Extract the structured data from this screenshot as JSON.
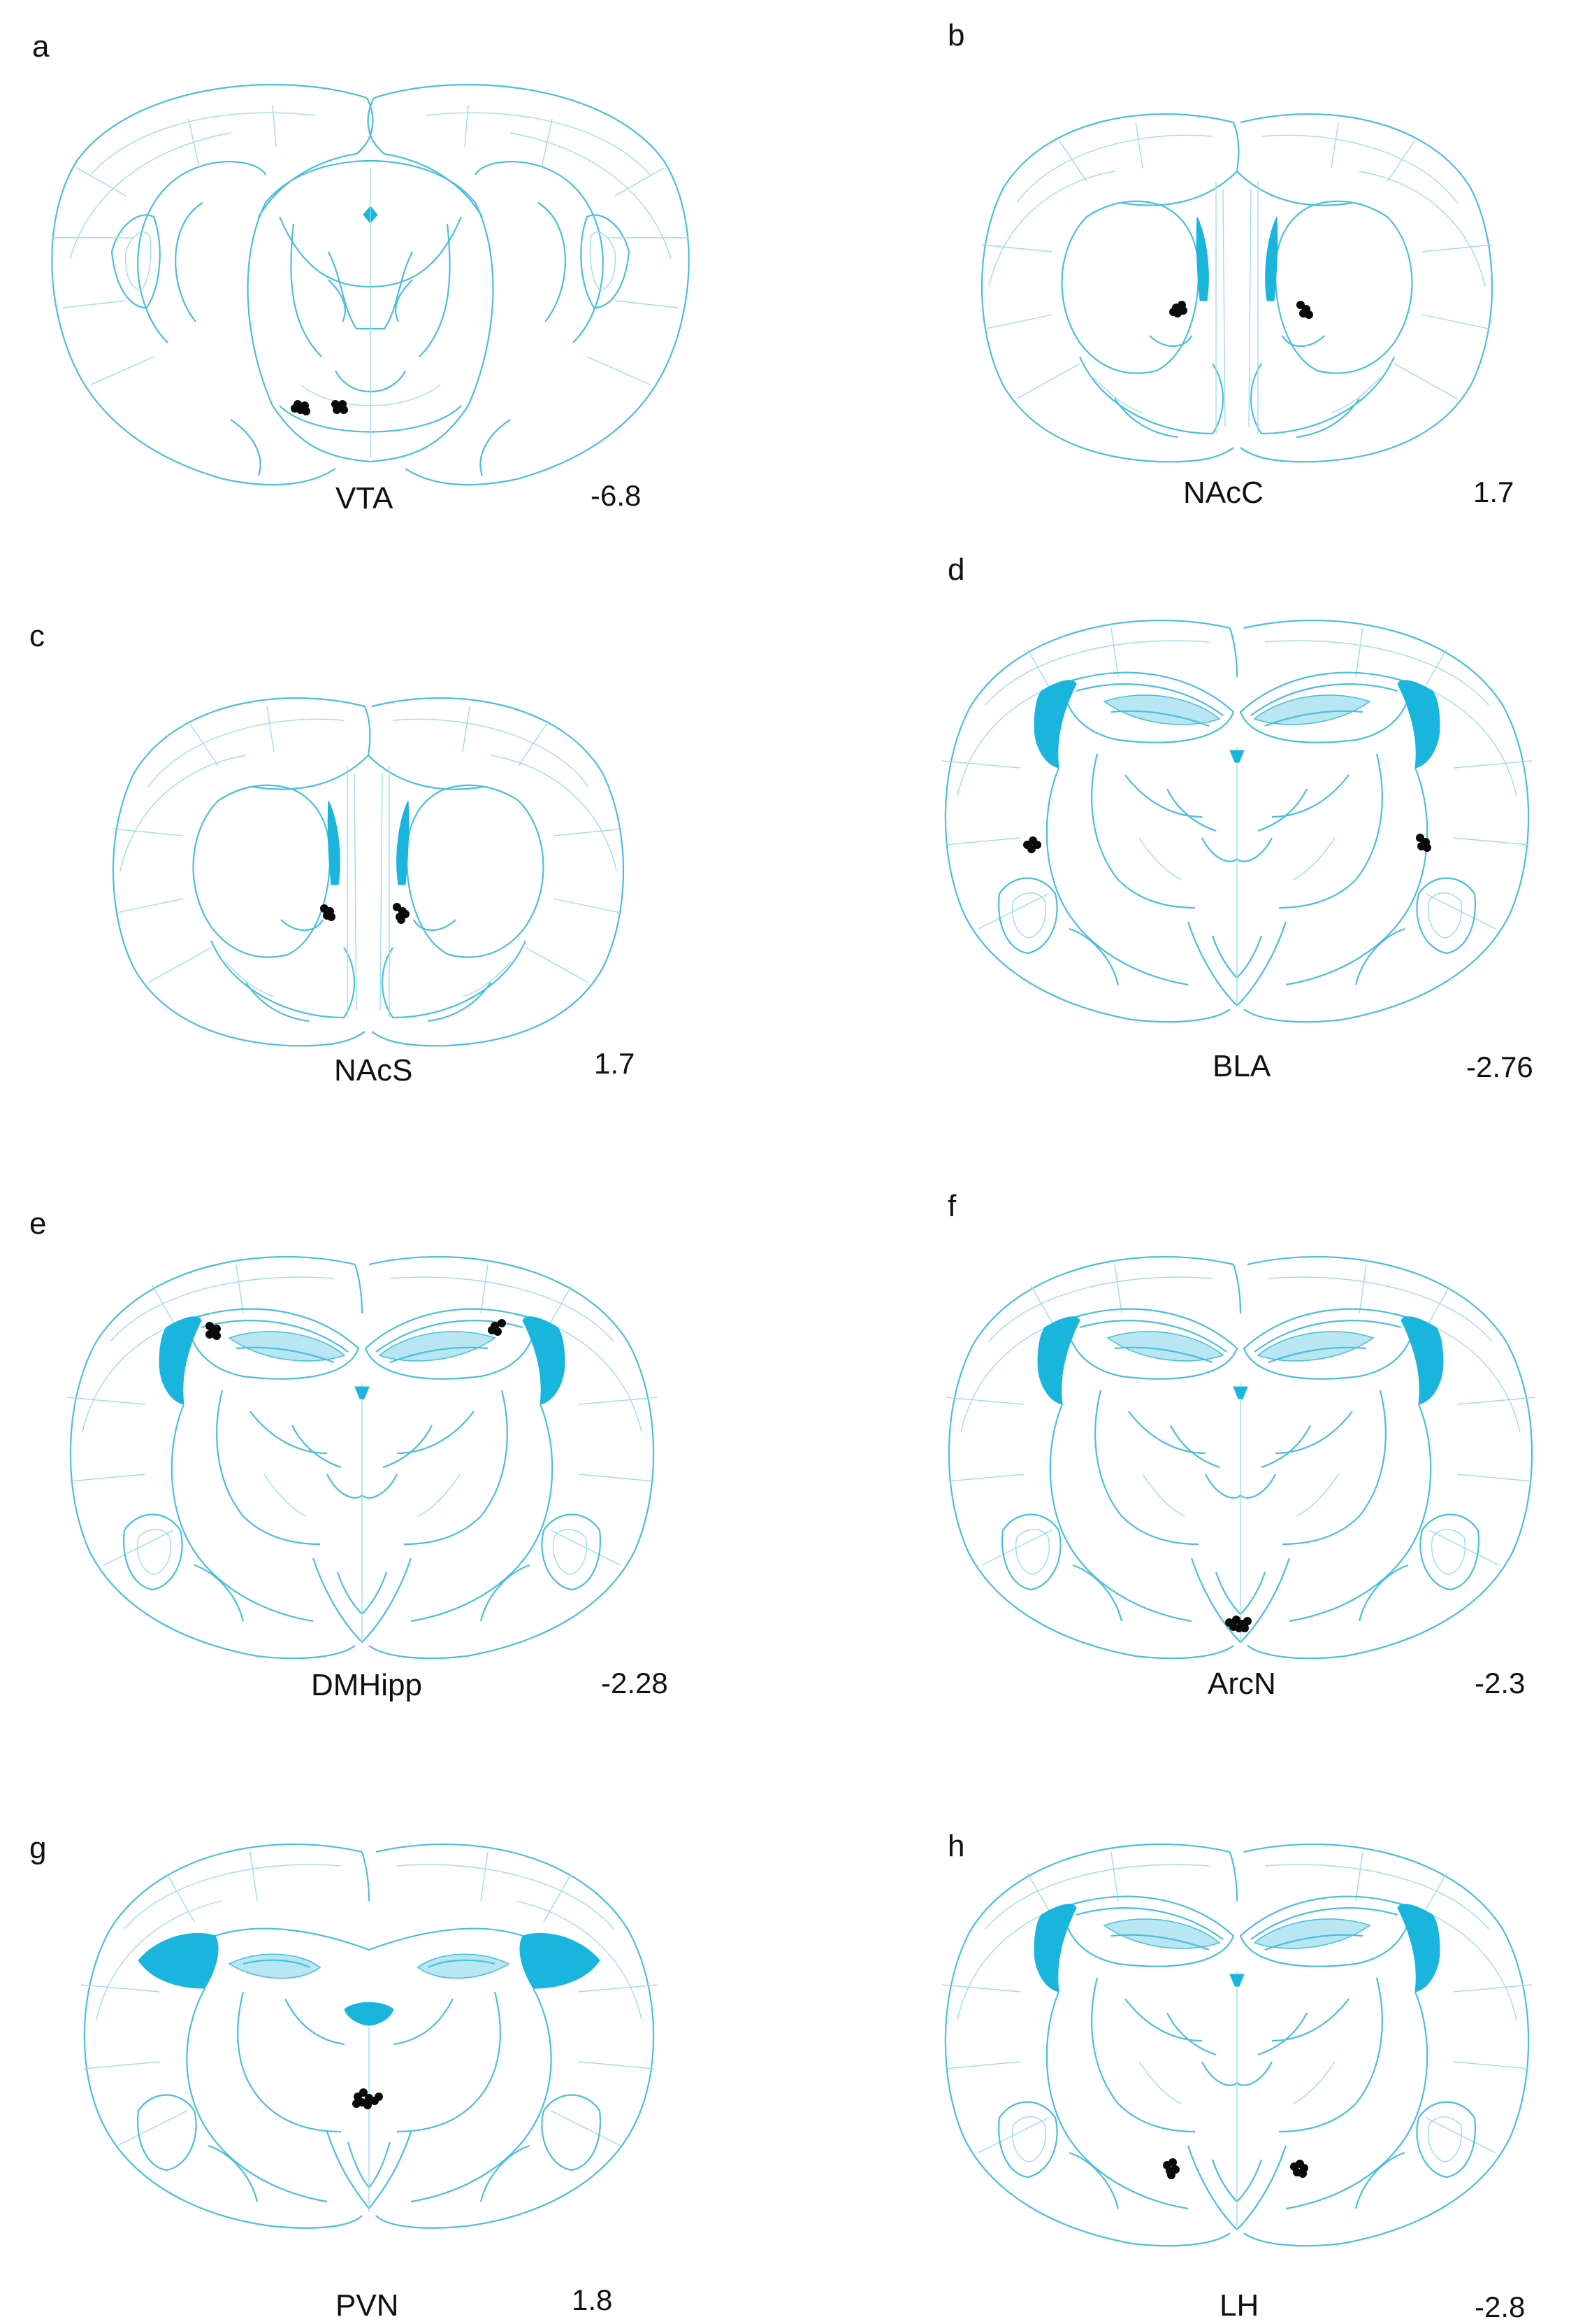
{
  "panels": [
    {
      "letter": "a",
      "region": "VTA",
      "coord": "-6.8",
      "template": "caudal"
    },
    {
      "letter": "b",
      "region": "NAcC",
      "coord": "1.7",
      "template": "rostral"
    },
    {
      "letter": "c",
      "region": "NAcS",
      "coord": "1.7",
      "template": "rostral"
    },
    {
      "letter": "d",
      "region": "BLA",
      "coord": "-2.76",
      "template": "hippo"
    },
    {
      "letter": "e",
      "region": "DMHipp",
      "coord": "-2.28",
      "template": "hippo"
    },
    {
      "letter": "f",
      "region": "ArcN",
      "coord": "-2.3",
      "template": "hippo"
    },
    {
      "letter": "g",
      "region": "PVN",
      "coord": "1.8",
      "template": "pvn"
    },
    {
      "letter": "h",
      "region": "LH",
      "coord": "-2.8",
      "template": "hippo"
    }
  ],
  "colors": {
    "atlas_line": "#4bbfdc",
    "atlas_fill": "#19b5dd",
    "marker": "#0b0b0b"
  }
}
